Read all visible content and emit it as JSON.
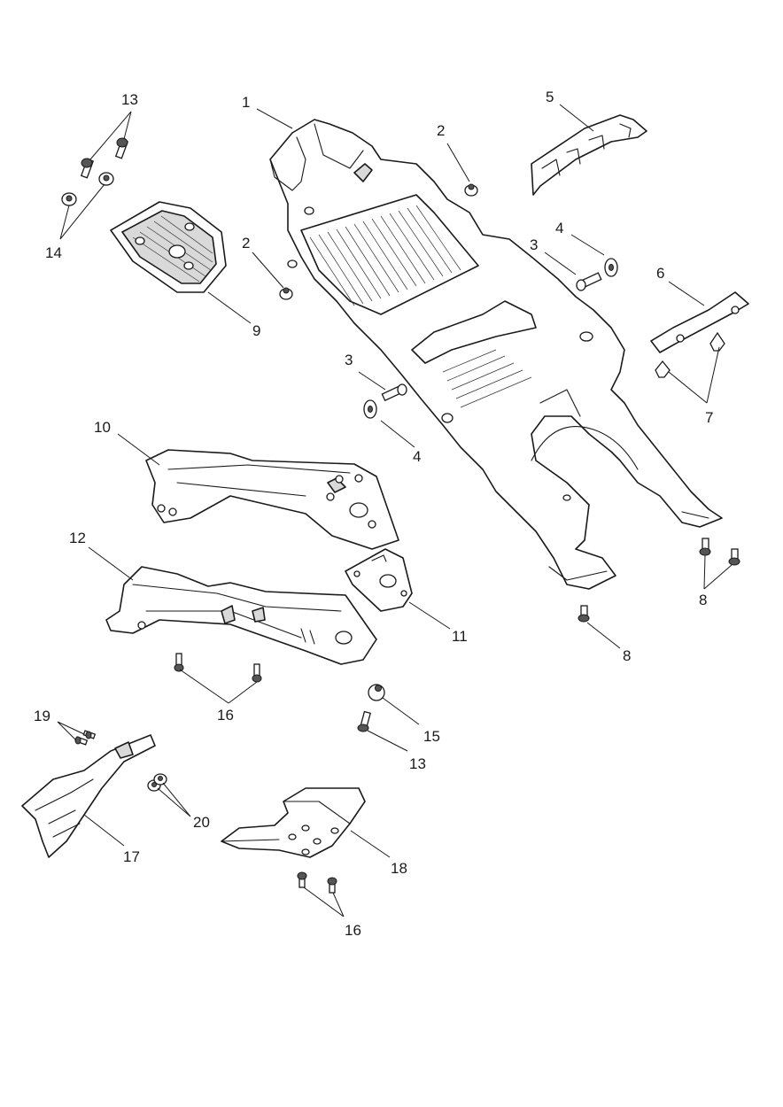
{
  "callouts": {
    "c1": "1",
    "c2a": "2",
    "c2b": "2",
    "c3a": "3",
    "c3b": "3",
    "c4a": "4",
    "c4b": "4",
    "c5": "5",
    "c6": "6",
    "c7": "7",
    "c8a": "8",
    "c8b": "8",
    "c9": "9",
    "c10": "10",
    "c11": "11",
    "c12": "12",
    "c13a": "13",
    "c13b": "13",
    "c14": "14",
    "c15": "15",
    "c16a": "16",
    "c16b": "16",
    "c17": "17",
    "c18": "18",
    "c19": "19",
    "c20": "20"
  }
}
